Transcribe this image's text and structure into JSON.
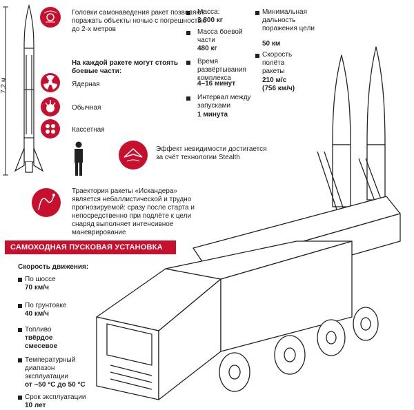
{
  "colors": {
    "accent": "#c8102e",
    "ink": "#222222"
  },
  "missile": {
    "length_label": "7,2 м",
    "guidance_text": "Головки самонаведения ракет позволяют поражать объекты ночью с погрешностью до 2-х метров",
    "warheads_heading": "На каждой ракете могут стоять боевые части:",
    "warheads": [
      {
        "label": "Ядерная",
        "icon": "nuclear-icon"
      },
      {
        "label": "Обычная",
        "icon": "explosion-icon"
      },
      {
        "label": "Кассетная",
        "icon": "cluster-icon"
      }
    ]
  },
  "specs": {
    "mass": {
      "label": "Масса:",
      "value": "3 800 кг"
    },
    "warhead_mass": {
      "label": "Масса боевой части",
      "value": "480 кг"
    },
    "deploy_time": {
      "label": "Время развёртывания комплекса",
      "value": "4–16 минут"
    },
    "launch_interval": {
      "label": "Интервал между запусками",
      "value": "1 минута"
    },
    "min_range": {
      "label": "Минимальная дальность поражения цели",
      "value": "50 км"
    },
    "speed": {
      "label": "Скорость полёта ракеты",
      "value": "210 м/с",
      "value2": "(756 км/ч)"
    }
  },
  "stealth_text": "Эффект невидимости достигается за счёт технологии Stealth",
  "trajectory_text": "Траектория ракеты «Искандера» является небаллистической и трудно прогнозируемой: сразу после старта и непосредственно при подлёте к цели снаряд выполняет интенсивное маневрирование",
  "launcher": {
    "banner": "САМОХОДНАЯ ПУСКОВАЯ УСТАНОВКА",
    "speed_heading": "Скорость движения:",
    "highway": {
      "label": "По шоссе",
      "value": "70 км/ч"
    },
    "dirt": {
      "label": "По грунтовке",
      "value": "40 км/ч"
    },
    "fuel": {
      "label": "Топливо",
      "value": "твёрдое смесевое"
    },
    "temp": {
      "label": "Температурный диапазон эксплуатации",
      "value": "от −50 °С до 50 °С"
    },
    "service": {
      "label": "Срок эксплуатации",
      "value": "10 лет"
    }
  }
}
